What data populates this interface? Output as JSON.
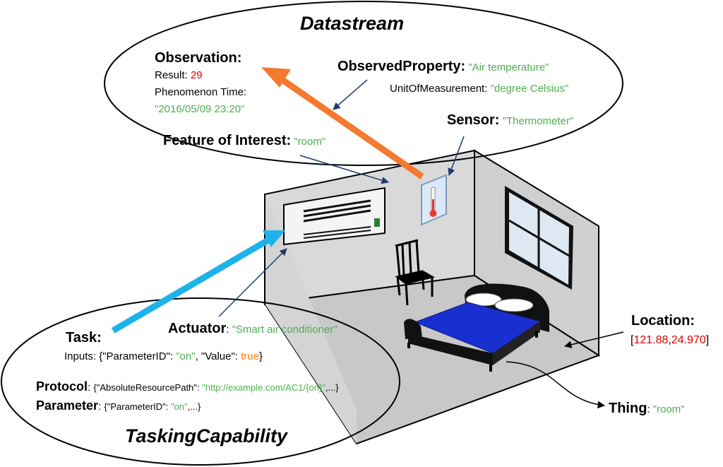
{
  "colors": {
    "string_value": "#4caf50",
    "number_value": "#e00000",
    "boolean_value": "#f08020",
    "observation_arrow": "#f47a30",
    "task_arrow": "#1db3ea",
    "pointer_arrow": "#1f3a6e",
    "room_wall": "#d9d9d9",
    "bed_cover": "#1a2fd0"
  },
  "datastream": {
    "title": "Datastream",
    "observation": {
      "heading": "Observation:",
      "result_label": "Result: ",
      "result_value": "29",
      "phenomenon_label": "Phenomenon Time:",
      "phenomenon_value": "\"2016/05/09 23:20\""
    },
    "observed_property": {
      "label": "ObservedProperty:",
      "value": "\"Air temperature\""
    },
    "unit_of_measurement": {
      "label": "UnitOfMeasurement: ",
      "value": "\"degree Celsius\""
    },
    "sensor": {
      "label": "Sensor:",
      "value": "\"Thermometer\""
    },
    "feature_of_interest": {
      "label": "Feature of Interest:",
      "value": "\"room\""
    }
  },
  "tasking": {
    "title": "TaskingCapability",
    "task": {
      "heading": "Task:",
      "inputs_prefix": "Inputs: {\"ParameterID\": ",
      "inputs_param_value": "\"on\"",
      "inputs_mid": ", \"Value\": ",
      "inputs_value": "true",
      "inputs_suffix": "}"
    },
    "actuator": {
      "label": "Actuator",
      "sep": ":",
      "value": "\"Smart air conditioner\""
    },
    "protocol": {
      "label": "Protocol",
      "sep": ": ",
      "prefix": "{\"AbsoluteResourcePath\": ",
      "value": "\"http://example.com/AC1/{on}\"",
      "suffix": ",...}"
    },
    "parameter": {
      "label": "Parameter",
      "sep": ": ",
      "prefix": "{\"ParameterID\": ",
      "value": "\"on\"",
      "suffix": ",...}"
    }
  },
  "location": {
    "label": "Location:",
    "open": "[",
    "lon": "121.88",
    "comma": ",",
    "lat": "24.970",
    "close": "]"
  },
  "thing": {
    "label": "Thing",
    "sep": ": ",
    "value": "\"room\""
  },
  "icons": [
    "air-conditioner-icon",
    "thermometer-icon",
    "chair-icon",
    "bed-icon",
    "window-icon"
  ]
}
